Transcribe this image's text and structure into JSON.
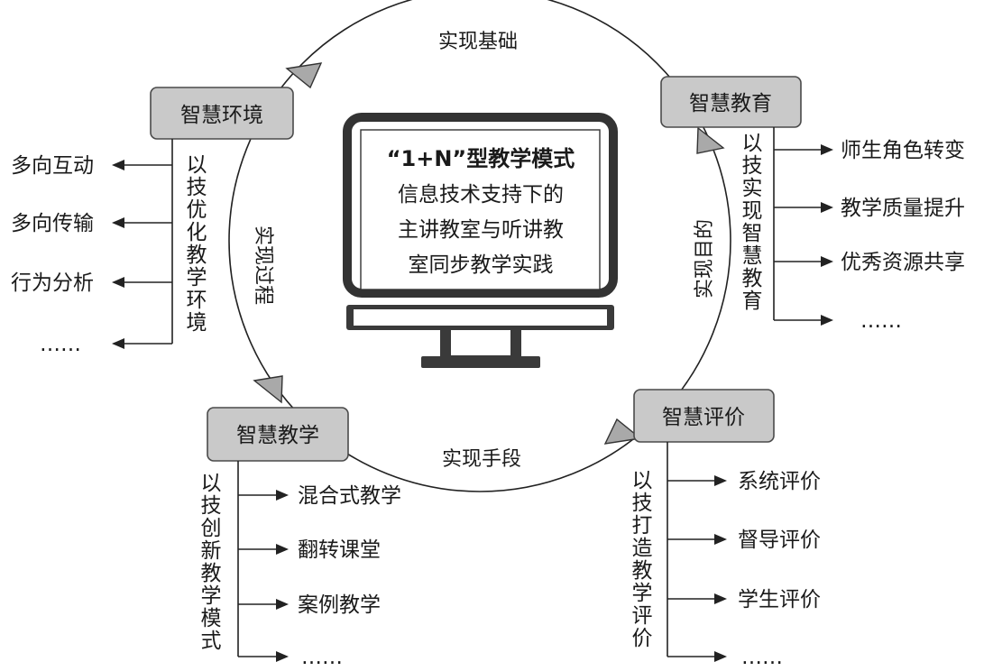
{
  "center": {
    "title": "“1+N”型教学模式",
    "lines": [
      "信息技术支持下的",
      "主讲教室与听讲教",
      "室同步教学实践"
    ]
  },
  "cycle_labels": {
    "top": "实现基础",
    "left": "实现过程",
    "right": "实现目的",
    "bottom": "实现手段"
  },
  "nodes": {
    "environment": {
      "label": "智慧环境",
      "vertical": [
        "以",
        "技",
        "优",
        "化",
        "教",
        "学",
        "环",
        "境"
      ],
      "items": [
        "多向互动",
        "多向传输",
        "行为分析",
        "……"
      ]
    },
    "education": {
      "label": "智慧教育",
      "vertical": [
        "以",
        "技",
        "实",
        "现",
        "智",
        "慧",
        "教",
        "育"
      ],
      "items": [
        "师生角色转变",
        "教学质量提升",
        "优秀资源共享",
        "……"
      ]
    },
    "teaching": {
      "label": "智慧教学",
      "vertical": [
        "以",
        "技",
        "创",
        "新",
        "教",
        "学",
        "模",
        "式"
      ],
      "items": [
        "混合式教学",
        "翻转课堂",
        "案例教学",
        "……"
      ]
    },
    "evaluation": {
      "label": "智慧评价",
      "vertical": [
        "以",
        "技",
        "打",
        "造",
        "教",
        "学",
        "评",
        "价"
      ],
      "items": [
        "系统评价",
        "督导评价",
        "学生评价",
        "……"
      ]
    }
  }
}
